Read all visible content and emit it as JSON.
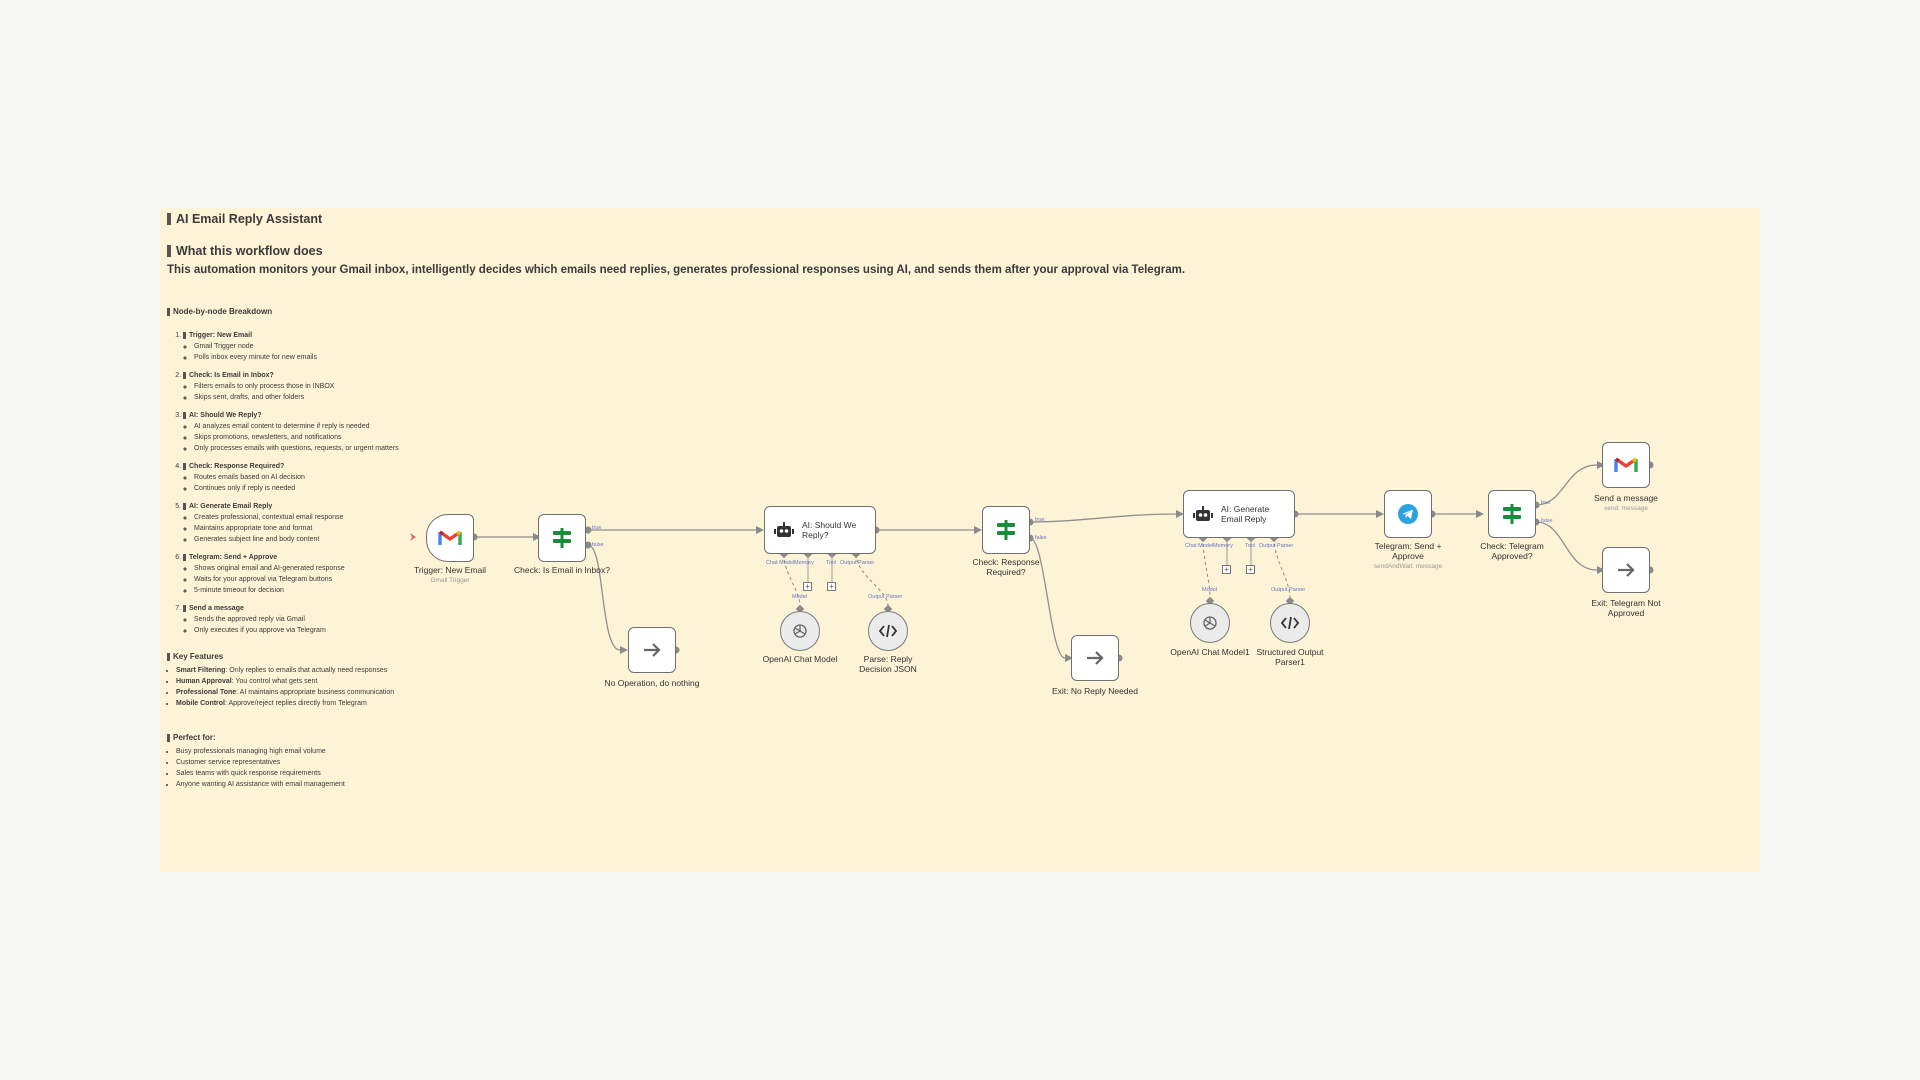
{
  "note": {
    "title": "AI Email Reply Assistant",
    "subtitle": "What this workflow does",
    "description": "This automation monitors your Gmail inbox, intelligently decides which emails need replies, generates professional responses using AI, and sends them after your approval via Telegram.",
    "breakdown_title": "Node-by-node Breakdown",
    "steps": [
      {
        "title": "Trigger: New Email",
        "bullets": [
          "Gmail Trigger node",
          "Polls inbox every minute for new emails"
        ]
      },
      {
        "title": "Check: Is Email in Inbox?",
        "bullets": [
          "Filters emails to only process those in INBOX",
          "Skips sent, drafts, and other folders"
        ]
      },
      {
        "title": "AI: Should We Reply?",
        "bullets": [
          "AI analyzes email content to determine if reply is needed",
          "Skips promotions, newsletters, and notifications",
          "Only processes emails with questions, requests, or urgent matters"
        ]
      },
      {
        "title": "Check: Response Required?",
        "bullets": [
          "Routes emails based on AI decision",
          "Continues only if reply is needed"
        ]
      },
      {
        "title": "AI: Generate Email Reply",
        "bullets": [
          "Creates professional, contextual email response",
          "Maintains appropriate tone and format",
          "Generates subject line and body content"
        ]
      },
      {
        "title": "Telegram: Send + Approve",
        "bullets": [
          "Shows original email and AI-generated response",
          "Waits for your approval via Telegram buttons",
          "5-minute timeout for decision"
        ]
      },
      {
        "title": "Send a message",
        "bullets": [
          "Sends the approved reply via Gmail",
          "Only executes if you approve via Telegram"
        ]
      }
    ],
    "features_title": "Key Features",
    "features": [
      {
        "label": "Smart Filtering",
        "text": ": Only replies to emails that actually need responses"
      },
      {
        "label": "Human Approval",
        "text": ": You control what gets sent"
      },
      {
        "label": "Professional Tone",
        "text": ": AI maintains appropriate business communication"
      },
      {
        "label": "Mobile Control",
        "text": ": Approve/reject replies directly from Telegram"
      }
    ],
    "perfect_title": "Perfect for:",
    "perfect": [
      "Busy professionals managing high email volume",
      "Customer service representatives",
      "Sales teams with quick response requirements",
      "Anyone wanting AI assistance with email management"
    ]
  },
  "nodes": {
    "trigger": {
      "label": "Trigger: New Email",
      "sublabel": "Gmail Trigger",
      "icon": "gmail-icon"
    },
    "inbox": {
      "label": "Check: Is Email in Inbox?",
      "icon": "if-icon",
      "out_true": "true",
      "out_false": "false"
    },
    "noop": {
      "label": "No Operation, do nothing",
      "icon": "arrow-right-icon"
    },
    "should": {
      "label": "AI: Should We Reply?",
      "icon": "robot-icon",
      "port_model": "Chat Model",
      "port_memory": "Memory",
      "port_tool": "Tool",
      "port_parser": "Output Parser"
    },
    "openai1": {
      "label": "OpenAI Chat Model",
      "port": "Model",
      "icon": "openai-icon"
    },
    "parse": {
      "label": "Parse: Reply Decision JSON",
      "port": "Output Parser",
      "icon": "code-icon"
    },
    "response": {
      "label": "Check: Response Required?",
      "icon": "if-icon",
      "out_true": "true",
      "out_false": "false"
    },
    "exit_no": {
      "label": "Exit: No Reply Needed",
      "icon": "arrow-right-icon"
    },
    "generate": {
      "label": "AI: Generate Email Reply",
      "icon": "robot-icon",
      "port_model": "Chat Model",
      "port_memory": "Memory",
      "port_tool": "Tool",
      "port_parser": "Output Parser"
    },
    "openai2": {
      "label": "OpenAI Chat Model1",
      "port": "Model",
      "icon": "openai-icon"
    },
    "structured": {
      "label": "Structured Output Parser1",
      "port": "Output Parser",
      "icon": "code-icon"
    },
    "telegram": {
      "label": "Telegram: Send + Approve",
      "sublabel": "sendAndWait: message",
      "icon": "telegram-icon"
    },
    "approved": {
      "label": "Check: Telegram Approved?",
      "icon": "if-icon",
      "out_true": "true",
      "out_false": "false"
    },
    "send": {
      "label": "Send a message",
      "sublabel": "send: message",
      "icon": "gmail-icon"
    },
    "exit_not": {
      "label": "Exit: Telegram Not Approved",
      "icon": "arrow-right-icon"
    }
  },
  "colors": {
    "canvas": "#f7f7f6",
    "sticky": "#fdf3d6",
    "if_green": "#1a8d3c",
    "telegram": "#2aa3df",
    "port_label": "#6b74c4"
  }
}
